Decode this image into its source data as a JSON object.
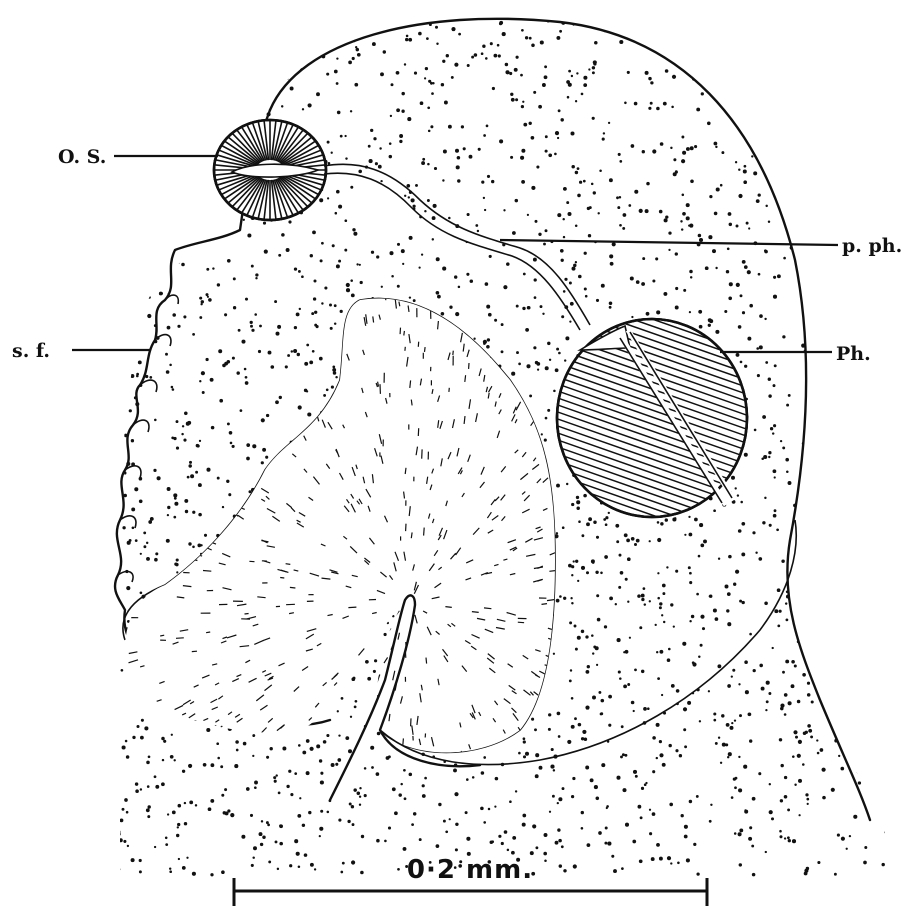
{
  "figure": {
    "labels": {
      "os": "O. S.",
      "pph": "p. ph.",
      "sf": "s. f.",
      "ph": "Ph."
    },
    "scale_bar": {
      "text": "0·2 mm."
    }
  },
  "colors": {
    "ink": "#111111",
    "paper": "#ffffff"
  }
}
